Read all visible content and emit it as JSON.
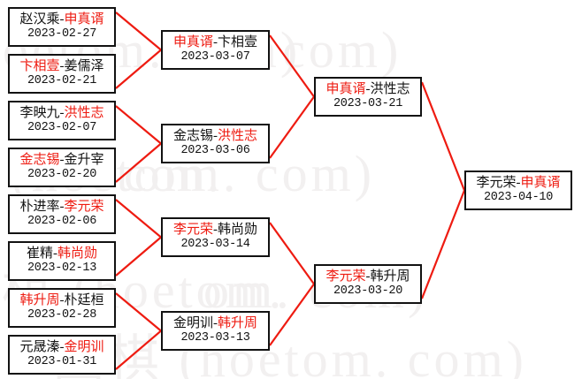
{
  "watermark": {
    "text_primary": "围棋 (hoetom. com)",
    "lines": [
      "hoetom. com)",
      "om. com)",
      "围棋 (hoetom.",
      "com. com)",
      "围棋 (hoetom.",
      "om. com)",
      "围棋 (hoetom. com)"
    ],
    "color": "#f2f0f0"
  },
  "colors": {
    "winner": "#ee1b11",
    "connector": "#ee1b11",
    "box_border": "#121212",
    "text": "#121212",
    "background": "#ffffff"
  },
  "bracket": {
    "type": "single-elimination",
    "rounds": [
      {
        "name": "round-1",
        "matches": [
          {
            "player_left": "赵汉乘",
            "player_right": "申真谞",
            "winner": "right",
            "date": "2023-02-27"
          },
          {
            "player_left": "卞相壹",
            "player_right": "姜儒泽",
            "winner": "left",
            "date": "2023-02-21"
          },
          {
            "player_left": "李映九",
            "player_right": "洪性志",
            "winner": "right",
            "date": "2023-02-07"
          },
          {
            "player_left": "金志锡",
            "player_right": "金升宰",
            "winner": "left",
            "date": "2023-02-20"
          },
          {
            "player_left": "朴进率",
            "player_right": "李元荣",
            "winner": "right",
            "date": "2023-02-06"
          },
          {
            "player_left": "崔精",
            "player_right": "韩尚勋",
            "winner": "right",
            "date": "2023-02-13"
          },
          {
            "player_left": "韩升周",
            "player_right": "朴廷桓",
            "winner": "left",
            "date": "2023-02-28"
          },
          {
            "player_left": "元晟溱",
            "player_right": "金明训",
            "winner": "right",
            "date": "2023-01-31"
          }
        ]
      },
      {
        "name": "round-2",
        "matches": [
          {
            "player_left": "申真谞",
            "player_right": "卞相壹",
            "winner": "left",
            "date": "2023-03-07"
          },
          {
            "player_left": "金志锡",
            "player_right": "洪性志",
            "winner": "right",
            "date": "2023-03-06"
          },
          {
            "player_left": "李元荣",
            "player_right": "韩尚勋",
            "winner": "left",
            "date": "2023-03-14"
          },
          {
            "player_left": "金明训",
            "player_right": "韩升周",
            "winner": "right",
            "date": "2023-03-13"
          }
        ]
      },
      {
        "name": "round-3",
        "matches": [
          {
            "player_left": "申真谞",
            "player_right": "洪性志",
            "winner": "left",
            "date": "2023-03-21"
          },
          {
            "player_left": "李元荣",
            "player_right": "韩升周",
            "winner": "left",
            "date": "2023-03-20"
          }
        ]
      },
      {
        "name": "final",
        "matches": [
          {
            "player_left": "李元荣",
            "player_right": "申真谞",
            "winner": "right",
            "date": "2023-04-10"
          }
        ]
      }
    ]
  }
}
